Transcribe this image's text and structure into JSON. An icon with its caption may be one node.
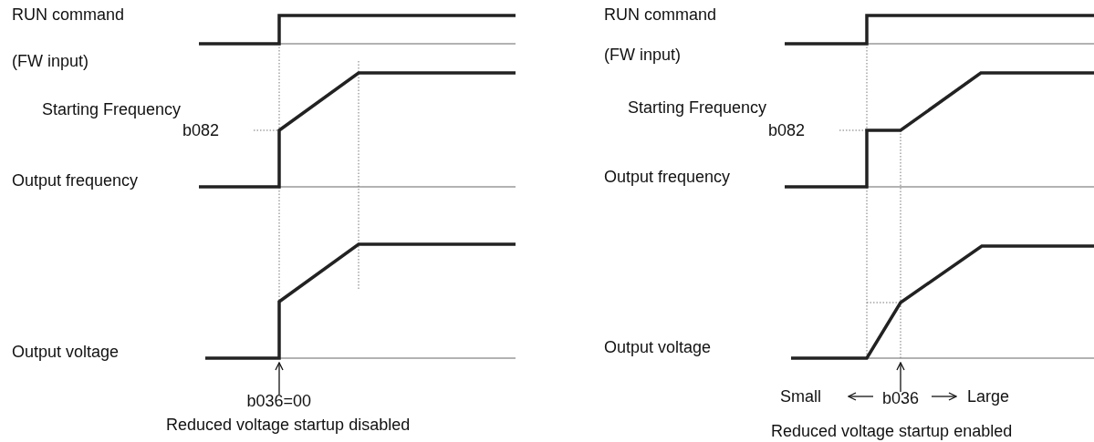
{
  "diagram": {
    "nodes": [
      {
        "text": [
          "b036=00"
        ]
      },
      {
        "text": [
          "b036"
        ]
      }
    ],
    "edges": [
      {
        "from": 0,
        "to": null,
        "arrow": "to"
      },
      {
        "from": 1,
        "to": null,
        "arrow": "to"
      }
    ],
    "labels": [
      "RUN command",
      "(FW input)",
      "Starting Frequency",
      "b082",
      "Output frequency",
      "Output voltage",
      "Reduced voltage startup disabled",
      "RUN command",
      "(FW input)",
      "Starting Frequency",
      "b082",
      "Output frequency",
      "Output voltage",
      "Small",
      "Large",
      "Reduced voltage startup enabled"
    ]
  }
}
